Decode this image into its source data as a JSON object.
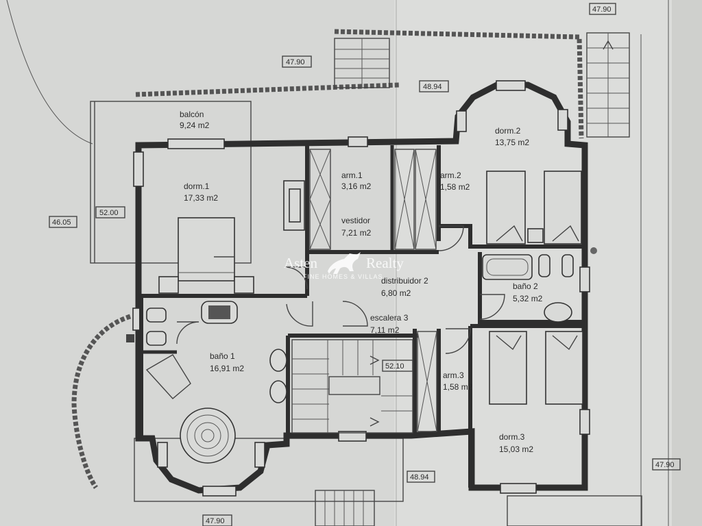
{
  "rooms": {
    "balcon": {
      "name": "balcón",
      "area": "9,24 m2"
    },
    "dorm1": {
      "name": "dorm.1",
      "area": "17,33 m2"
    },
    "arm1": {
      "name": "arm.1",
      "area": "3,16 m2"
    },
    "vestidor": {
      "name": "vestidor",
      "area": "7,21 m2"
    },
    "arm2": {
      "name": "arm.2",
      "area": "1,58 m2"
    },
    "dorm2": {
      "name": "dorm.2",
      "area": "13,75 m2"
    },
    "distribuidor": {
      "name": "distribuidor 2",
      "area": "6,80 m2"
    },
    "bano2": {
      "name": "baño 2",
      "area": "5,32 m2"
    },
    "escalera": {
      "name": "escalera 3",
      "area": "7,11 m2"
    },
    "bano1": {
      "name": "baño 1",
      "area": "16,91 m2"
    },
    "arm3": {
      "name": "arm.3",
      "area": "1,58 m2"
    },
    "dorm3": {
      "name": "dorm.3",
      "area": "15,03 m2"
    }
  },
  "levels": {
    "top_right": "47.90",
    "top_left": "47.90",
    "top_mid": "48.94",
    "left_outer": "46.05",
    "balcony": "52.00",
    "stair": "52.10",
    "bottom_mid": "48.94",
    "bottom": "47.90",
    "right": "47.90"
  },
  "watermark": {
    "brand_left": "Asten",
    "brand_right": "Realty",
    "tagline": "FINE HOMES & VILLAS"
  }
}
